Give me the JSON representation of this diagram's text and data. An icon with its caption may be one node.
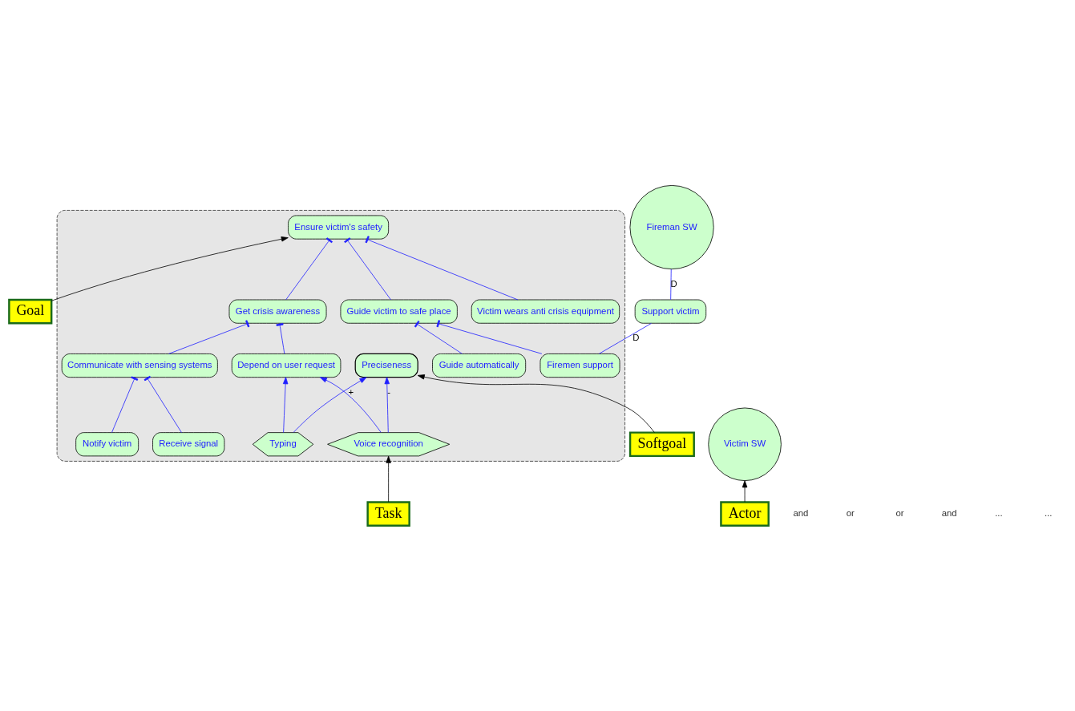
{
  "diagram": {
    "nodes": [
      {
        "text": [
          "Goal"
        ]
      },
      {
        "text": [
          "Actor"
        ]
      },
      {
        "text": [
          "Fireman SW"
        ]
      },
      {
        "text": [],
        "shape": "ellipse"
      },
      {
        "text": [
          "Victim SW"
        ]
      },
      {
        "text": [
          "Ensure victim's safety"
        ],
        "in": 3
      },
      {
        "text": [
          "Get crisis awareness"
        ],
        "in": 3
      },
      {
        "text": [
          "Victim wears anti crisis equipment"
        ],
        "in": 3
      },
      {
        "text": [
          "Guide victim to safe place"
        ],
        "in": 3
      },
      {
        "text": [
          "Support victim"
        ]
      },
      {
        "text": [
          "Depend on user request"
        ],
        "in": 3
      },
      {
        "text": [
          "Communicate with sensing systems"
        ],
        "in": 3
      },
      {
        "text": [
          "Guide automatically"
        ],
        "in": 3
      },
      {
        "text": [
          "Firemen support"
        ],
        "in": 3
      },
      {
        "text": [
          "Task"
        ]
      },
      {
        "text": [
          "Voice recognition"
        ],
        "in": 3
      },
      {
        "text": [
          "Typing"
        ],
        "in": 3
      },
      {
        "text": [
          "Receive signal"
        ],
        "in": 3
      },
      {
        "text": [
          "Notify victim"
        ],
        "in": 3
      },
      {
        "text": [
          "Preciseness"
        ],
        "in": 3
      },
      {
        "text": [
          "Softgoal"
        ]
      }
    ],
    "edges": [
      {
        "from": 1,
        "to": 4,
        "arrow": "to",
        "color": "#000000"
      },
      {
        "from": 0,
        "to": 5,
        "arrow": "to",
        "color": "#000000"
      },
      {
        "from": 6,
        "to": 5,
        "arrow": "other"
      },
      {
        "from": 7,
        "to": 5,
        "arrow": "other"
      },
      {
        "from": 8,
        "to": 5,
        "arrow": "other"
      },
      {
        "from": 13,
        "to": 9,
        "arrow": "none",
        "label": "D"
      },
      {
        "from": 9,
        "to": 2,
        "arrow": "none",
        "label": "D"
      },
      {
        "from": 10,
        "to": 6,
        "arrow": "other"
      },
      {
        "from": 11,
        "to": 6,
        "arrow": "other"
      },
      {
        "from": 12,
        "to": 8,
        "arrow": "other"
      },
      {
        "from": 13,
        "to": 8,
        "arrow": "other"
      },
      {
        "from": 14,
        "to": 15,
        "arrow": "to",
        "color": "#000000"
      },
      {
        "from": 15,
        "to": 10,
        "arrow": "to"
      },
      {
        "from": 16,
        "to": 10,
        "arrow": "to"
      },
      {
        "from": 17,
        "to": 11,
        "arrow": "other"
      },
      {
        "from": 18,
        "to": 11,
        "arrow": "other"
      },
      {
        "from": 15,
        "to": 19,
        "arrow": "to",
        "label": "-"
      },
      {
        "from": 16,
        "to": 19,
        "arrow": "to",
        "label": "+"
      },
      {
        "from": 20,
        "to": 19,
        "arrow": "to",
        "color": "#000000"
      }
    ],
    "labels": [
      "and",
      "or",
      "or",
      "and",
      "...",
      "..."
    ]
  }
}
